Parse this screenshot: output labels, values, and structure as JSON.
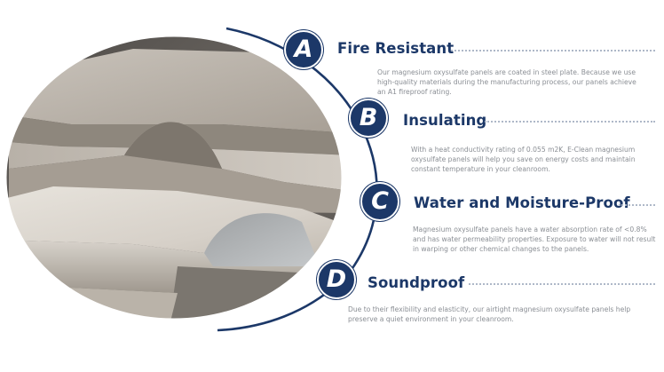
{
  "features": [
    {
      "letter": "A",
      "title": "Fire Resistant",
      "description": "Our magnesium oxysulfate panels are coated in steel plate. Because we use high-quality materials during the manufacturing process, our panels achieve an A1 fireproof rating."
    },
    {
      "letter": "B",
      "title": "Insulating",
      "description": "With a heat conductivity rating of 0.055 m2K, E-Clean magnesium oxysulfate panels will help you save on energy costs and maintain constant temperature in your cleanroom."
    },
    {
      "letter": "C",
      "title": "Water and Moisture-Proof",
      "description": "Magnesium oxysulfate panels have a water absorption rate of <0.8% and has water permeability properties. Exposure to water will not result in warping or other chemical changes to the panels."
    },
    {
      "letter": "D",
      "title": "Soundproof",
      "description": "Due to their flexibility and elasticity, our airtight magnesium oxysulfate panels help preserve a quiet environment in your cleanroom."
    }
  ],
  "colors": {
    "accent": "#1c3868",
    "text": "#8a8e94",
    "dots": "#aeb8c8"
  },
  "icons": {
    "image": "panel-stack-photo"
  }
}
